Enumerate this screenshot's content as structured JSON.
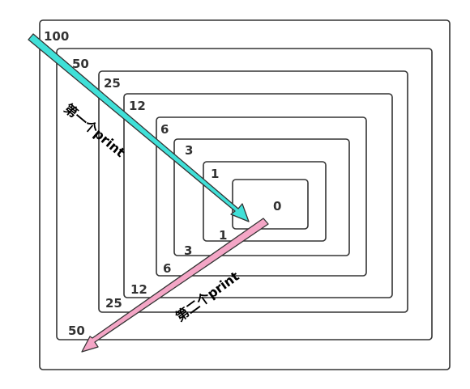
{
  "diagram": {
    "outer_labels": [
      "100",
      "50",
      "25",
      "12",
      "6",
      "3",
      "1",
      "0"
    ],
    "inner_labels": [
      "1",
      "3",
      "6",
      "12",
      "25",
      "50"
    ],
    "down_arrow_label": "第一个print",
    "up_arrow_label": "第二个print",
    "colors": {
      "down_arrow": "#40e0d8",
      "up_arrow": "#f4a6c6",
      "box_stroke": "#333333"
    }
  }
}
